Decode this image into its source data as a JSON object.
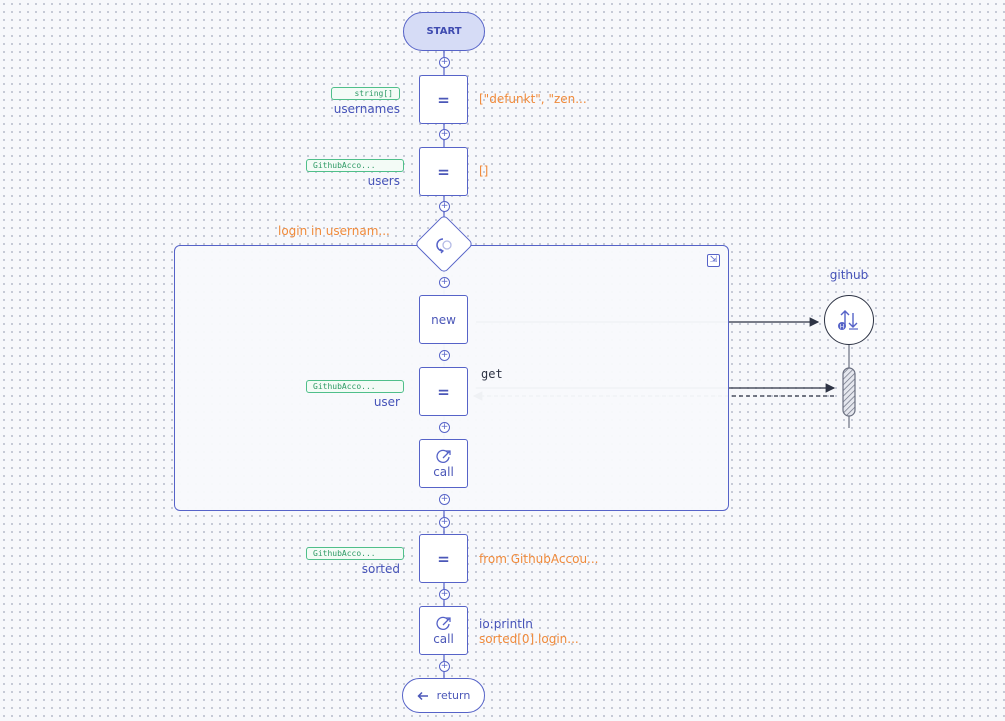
{
  "start": {
    "label": "START"
  },
  "assignments": [
    {
      "type": "string[]",
      "name": "usernames",
      "op": "=",
      "value": "[\"defunkt\", \"zen..."
    },
    {
      "type": "GithubAcco...",
      "name": "users",
      "op": "=",
      "value": "[]"
    }
  ],
  "loop": {
    "label": "login in usernam...",
    "steps": {
      "new_label": "new",
      "assign": {
        "type": "GithubAcco...",
        "name": "user",
        "op": "="
      },
      "call_label": "call"
    }
  },
  "external": {
    "name": "github",
    "call_method": "get"
  },
  "after_loop": {
    "assign": {
      "type": "GithubAcco...",
      "name": "sorted",
      "op": "=",
      "value": "from GithubAccou..."
    },
    "call": {
      "label": "call",
      "target": "io:println",
      "argument": "sorted[0].login..."
    }
  },
  "return": {
    "label": "return"
  },
  "icons": [
    "loop-icon",
    "collapse-icon",
    "external-call-icon",
    "github-endpoint-icon",
    "return-arrow-icon",
    "add-step-icon"
  ],
  "colors": {
    "accent": "#5663c8",
    "value": "#f08a3a",
    "type": "#2f9a66",
    "start_fill": "#d6dcf6"
  }
}
